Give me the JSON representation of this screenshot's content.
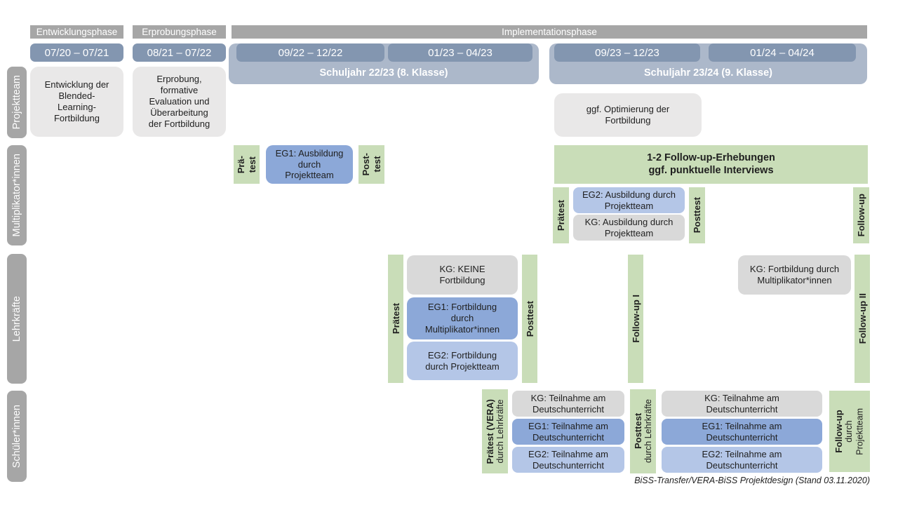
{
  "header": {
    "phases": [
      "Entwicklungsphase",
      "Erprobungsphase",
      "Implementationsphase"
    ],
    "dates": [
      "07/20 – 07/21",
      "08/21 – 07/22",
      "09/22 – 12/22",
      "01/23 – 04/23",
      "09/23 – 12/23",
      "01/24 – 04/24"
    ],
    "school_years": [
      "Schuljahr 22/23 (8. Klasse)",
      "Schuljahr 23/24 (9. Klasse)"
    ]
  },
  "row_labels": [
    "Projektteam",
    "Multiplikator*innen",
    "Lehrkräfte",
    "Schüler*innen"
  ],
  "projektteam": {
    "entwicklung": "Entwicklung der\nBlended-\nLearning-\nFortbildung",
    "erprobung": "Erprobung,\nformative\nEvaluation und\nÜberarbeitung\nder Fortbildung",
    "optimierung": "ggf. Optimierung der\nFortbildung"
  },
  "multiplikator": {
    "praetest1": "Prä-\ntest",
    "eg1": "EG1: Ausbildung\ndurch\nProjektteam",
    "posttest1": "Post-\ntest",
    "followup_bar": "1-2 Follow-up-Erhebungen\nggf. punktuelle Interviews",
    "praetest2": "Prätest",
    "eg2": "EG2: Ausbildung durch\nProjektteam",
    "kg": "KG: Ausbildung durch\nProjektteam",
    "posttest2": "Posttest",
    "followup": "Follow-up"
  },
  "lehrkraefte": {
    "praetest": "Prätest",
    "kg": "KG: KEINE\nFortbildung",
    "eg1": "EG1: Fortbildung\ndurch\nMultiplikator*innen",
    "eg2": "EG2: Fortbildung\ndurch Projektteam",
    "posttest": "Posttest",
    "followup1": "Follow-up I",
    "kg2": "KG: Fortbildung durch\nMultiplikator*innen",
    "followup2": "Follow-up II"
  },
  "schueler": {
    "praetest_bold": "Prätest (VERA)",
    "praetest_rest": "durch Lehrkräfte",
    "kg1": "KG: Teilnahme am\nDeutschunterricht",
    "eg1a": "EG1: Teilnahme am\nDeutschunterricht",
    "eg2a": "EG2: Teilnahme am\nDeutschunterricht",
    "posttest_bold": "Posttest",
    "posttest_rest": "durch Lehrkräfte",
    "kg2": "KG: Teilnahme am\nDeutschunterricht",
    "eg1b": "EG1: Teilnahme am\nDeutschunterricht",
    "eg2b": "EG2: Teilnahme am\nDeutschunterricht",
    "followup_bold": "Follow-up",
    "followup_rest": "durch\nProjektteam"
  },
  "footer": "BiSS-Transfer/VERA-BiSS Projektdesign (Stand 03.11.2020)"
}
